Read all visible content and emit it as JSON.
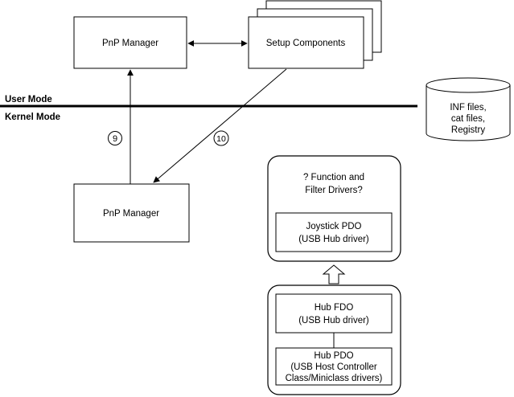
{
  "diagram": {
    "user_mode_label": "User Mode",
    "kernel_mode_label": "Kernel Mode",
    "pnp_manager_user": "PnP Manager",
    "setup_components": "Setup Components",
    "pnp_manager_kernel": "PnP Manager",
    "storage": {
      "line1": "INF files,",
      "line2": "cat files,",
      "line3": "Registry"
    },
    "step9": "9",
    "step10": "10",
    "function_drivers": {
      "line1": "? Function and",
      "line2": "Filter Drivers?"
    },
    "joystick_pdo": {
      "line1": "Joystick PDO",
      "line2": "(USB Hub driver)"
    },
    "hub_fdo": {
      "line1": "Hub FDO",
      "line2": "(USB Hub driver)"
    },
    "hub_pdo": {
      "line1": "Hub PDO",
      "line2": "(USB Host Controller",
      "line3": "Class/Miniclass drivers)"
    }
  }
}
